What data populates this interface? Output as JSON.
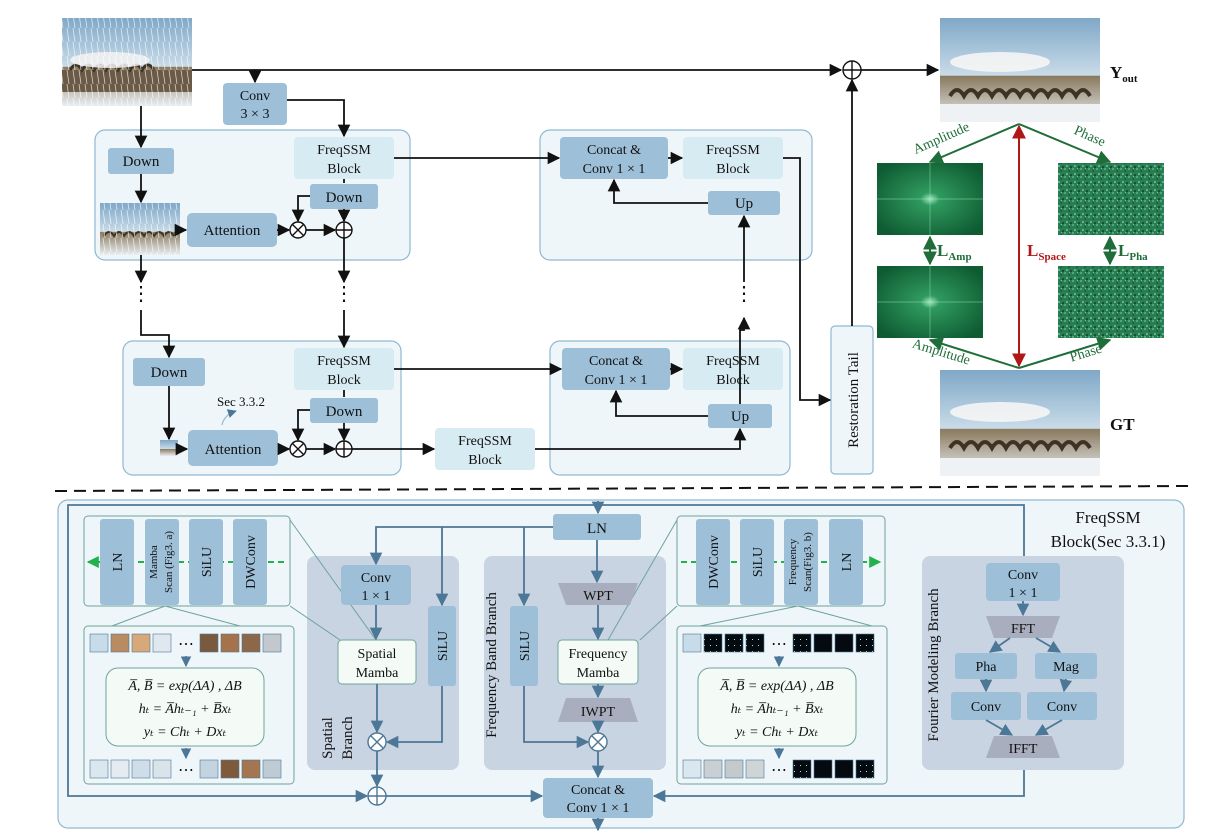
{
  "colors": {
    "block_dark": "#9dbfd8",
    "block_light": "#d7ebf2",
    "panel_fill": "#eef6fa",
    "panel_stroke": "#8fb9d1",
    "branch_fill": "#c9d4e3",
    "line_dark": "#111111",
    "line_blue": "#4c7796",
    "green": "#1f6e3a",
    "red": "#b01818",
    "fft_fill": "#a8aebd"
  },
  "icons": {
    "multiply": "circled-times-icon",
    "add": "circled-plus-icon"
  },
  "top": {
    "conv3": {
      "line1": "Conv",
      "line2": "3 × 3"
    },
    "stage1": {
      "down": "Down",
      "attention": "Attention",
      "freqssm": {
        "line1": "FreqSSM",
        "line2": "Block"
      },
      "down2": "Down"
    },
    "stage2": {
      "down": "Down",
      "attention": "Attention",
      "freqssm": {
        "line1": "FreqSSM",
        "line2": "Block"
      },
      "down2": "Down",
      "sec_label": "Sec 3.3.2"
    },
    "bottleneck": {
      "line1": "FreqSSM",
      "line2": "Block"
    },
    "dec1": {
      "concat": {
        "line1": "Concat &",
        "line2": "Conv 1 × 1"
      },
      "freqssm": {
        "line1": "FreqSSM",
        "line2": "Block"
      },
      "up": "Up"
    },
    "dec2": {
      "concat": {
        "line1": "Concat &",
        "line2": "Conv 1 × 1"
      },
      "freqssm": {
        "line1": "FreqSSM",
        "line2": "Block"
      },
      "up": "Up"
    },
    "dots": "⋮",
    "restoration_tail": "Restoration Tail",
    "y_out": {
      "main": "Y",
      "sub": "out"
    },
    "gt": "GT",
    "amplitude": "Amplitude",
    "phase": "Phase",
    "l_amp": {
      "main": "L",
      "sub": "Amp"
    },
    "l_space": {
      "main": "L",
      "sub": "Space"
    },
    "l_pha": {
      "main": "L",
      "sub": "Pha"
    }
  },
  "bottom": {
    "title": {
      "line1": "FreqSSM",
      "line2": "Block(Sec 3.3.1)"
    },
    "ln_top": "LN",
    "left_strip": {
      "ln": "LN",
      "mamba_scan": {
        "line1": "Mamba",
        "line2": "Scan (Fig3. a)"
      },
      "silu": "SiLU",
      "dwconv": "DWConv"
    },
    "right_strip": {
      "dwconv": "DWConv",
      "silu": "SiLU",
      "freq_scan": {
        "line1": "Frequency",
        "line2": "Scan(Fig3. b)"
      },
      "ln": "LN"
    },
    "spatial_branch": {
      "conv": {
        "line1": "Conv",
        "line2": "1 × 1"
      },
      "silu": "SiLU",
      "mamba": {
        "line1": "Spatial",
        "line2": "Mamba"
      },
      "label": {
        "line1": "Spatial",
        "line2": "Branch"
      }
    },
    "freq_band_branch": {
      "wpt": "WPT",
      "silu": "SiLU",
      "mamba": {
        "line1": "Frequency",
        "line2": "Mamba"
      },
      "iwpt": "IWPT",
      "label": "Frequency Band Branch"
    },
    "fourier_branch": {
      "conv": {
        "line1": "Conv",
        "line2": "1 × 1"
      },
      "fft": "FFT",
      "pha": "Pha",
      "mag": "Mag",
      "conv_a": "Conv",
      "conv_b": "Conv",
      "ifft": "IFFT",
      "label": "Fourier Modeling Branch"
    },
    "equations": {
      "eq1": "A̅, B̅ = exp(ΔA) , ΔB",
      "eq2": "hₜ = A̅hₜ₋₁ + B̅xₜ",
      "eq3": "yₜ = Chₜ + Dxₜ"
    },
    "concat_out": {
      "line1": "Concat &",
      "line2": "Conv 1 × 1"
    },
    "ellipsis": "⋯"
  }
}
